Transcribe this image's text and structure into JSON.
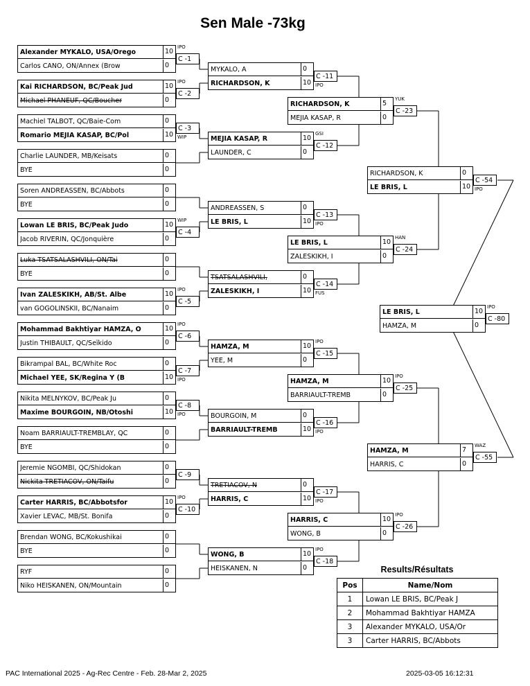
{
  "title": "Sen Male -73kg",
  "round1": [
    {
      "p1": "Alexander MYKALO, USA/Orego",
      "s1": "10",
      "p2": "Carlos CANO, ON/Annex (Brow",
      "s2": "0",
      "w": 1,
      "contest": "C -1",
      "win": "IPO"
    },
    {
      "p1": "Kai RICHARDSON, BC/Peak Jud",
      "s1": "10",
      "p2": "Michael PHANEUF, QC/Boucher",
      "s2": "0",
      "w": 1,
      "strike": 2,
      "contest": "C -2",
      "win": "IPO"
    },
    {
      "p1": "Machiel TALBOT, QC/Baie-Com",
      "s1": "0",
      "p2": "Romario MEJIA KASAP, BC/Pol",
      "s2": "10",
      "w": 2,
      "contest": "C -3",
      "win": "WIP"
    },
    {
      "p1": "Charlie LAUNDER, MB/Keisats",
      "s1": "0",
      "p2": "BYE",
      "s2": "0",
      "w": 0,
      "contest": "",
      "win": ""
    },
    {
      "p1": "Soren ANDREASSEN, BC/Abbots",
      "s1": "0",
      "p2": "BYE",
      "s2": "0",
      "w": 0,
      "contest": "",
      "win": ""
    },
    {
      "p1": "Lowan LE BRIS, BC/Peak Judo",
      "s1": "10",
      "p2": "Jacob RIVERIN, QC/Jonquière",
      "s2": "0",
      "w": 1,
      "contest": "C -4",
      "win": "WIP"
    },
    {
      "p1": "Luka TSATSALASHVILI, ON/Tai",
      "s1": "0",
      "p2": "BYE",
      "s2": "0",
      "w": 0,
      "strike": 1,
      "contest": "",
      "win": ""
    },
    {
      "p1": "Ivan ZALESKIKH, AB/St. Albe",
      "s1": "10",
      "p2": " van GOGOLINSKII, BC/Nanaim",
      "s2": "0",
      "w": 1,
      "contest": "C -5",
      "win": "IPO"
    },
    {
      "p1": "Mohammad Bakhtiyar HAMZA, O",
      "s1": "10",
      "p2": "Justin THIBAULT, QC/Seïkido",
      "s2": "0",
      "w": 1,
      "contest": "C -6",
      "win": "IPO"
    },
    {
      "p1": "Bikrampal BAL, BC/White Roc",
      "s1": "0",
      "p2": "Michael YEE, SK/Regina Y (B",
      "s2": "10",
      "w": 2,
      "contest": "C -7",
      "win": "IPO"
    },
    {
      "p1": "Nikita MELNYKOV, BC/Peak Ju",
      "s1": "0",
      "p2": "Maxime BOURGOIN, NB/Otoshi",
      "s2": "10",
      "w": 2,
      "contest": "C -8",
      "win": "IPO"
    },
    {
      "p1": "Noam BARRIAULT-TREMBLAY, QC",
      "s1": "0",
      "p2": "BYE",
      "s2": "0",
      "w": 0,
      "contest": "",
      "win": ""
    },
    {
      "p1": "Jeremie NGOMBI, QC/Shidokan",
      "s1": "0",
      "p2": "Nickita TRETIACOV, ON/Taifu",
      "s2": "0",
      "w": 0,
      "strike": 2,
      "contest": "C -9",
      "win": ""
    },
    {
      "p1": "Carter HARRIS, BC/Abbotsfor",
      "s1": "10",
      "p2": "Xavier LEVAC, MB/St. Bonifa",
      "s2": "0",
      "w": 1,
      "contest": "C -10",
      "win": "IPO"
    },
    {
      "p1": "Brendan WONG, BC/Kokushikai",
      "s1": "0",
      "p2": "BYE",
      "s2": "0",
      "w": 0,
      "contest": "",
      "win": ""
    },
    {
      "p1": "RYF",
      "s1": "0",
      "p2": "Niko HEISKANEN, ON/Mountain",
      "s2": "0",
      "w": 0,
      "contest": "",
      "win": ""
    }
  ],
  "round2": [
    {
      "p1": "MYKALO, A",
      "s1": "0",
      "p2": "RICHARDSON, K",
      "s2": "10",
      "w": 2,
      "contest": "C -11",
      "win": "IPO"
    },
    {
      "p1": "MEJIA KASAP, R",
      "s1": "10",
      "p2": "LAUNDER, C",
      "s2": "0",
      "w": 1,
      "contest": "C -12",
      "win": "GSI"
    },
    {
      "p1": "ANDREASSEN, S",
      "s1": "0",
      "p2": "LE BRIS, L",
      "s2": "10",
      "w": 2,
      "contest": "C -13",
      "win": "IPO"
    },
    {
      "p1": "TSATSALASHVILI,",
      "s1": "0",
      "p2": "ZALESKIKH, I",
      "s2": "10",
      "w": 2,
      "strike": 1,
      "contest": "C -14",
      "win": "FUS"
    },
    {
      "p1": "HAMZA, M",
      "s1": "10",
      "p2": "YEE, M",
      "s2": "0",
      "w": 1,
      "contest": "C -15",
      "win": "IPO"
    },
    {
      "p1": "BOURGOIN, M",
      "s1": "0",
      "p2": "BARRIAULT-TREMB",
      "s2": "10",
      "w": 2,
      "contest": "C -16",
      "win": "IPO"
    },
    {
      "p1": "TRETIACOV, N",
      "s1": "0",
      "p2": "HARRIS, C",
      "s2": "10",
      "w": 2,
      "strike": 1,
      "contest": "C -17",
      "win": "IPO"
    },
    {
      "p1": "WONG, B",
      "s1": "10",
      "p2": "HEISKANEN, N",
      "s2": "0",
      "w": 1,
      "contest": "C -18",
      "win": "IPO"
    }
  ],
  "round3": [
    {
      "p1": "RICHARDSON, K",
      "s1": "5",
      "p2": "MEJIA KASAP, R",
      "s2": "0",
      "w": 1,
      "contest": "C -23",
      "win": "YUK"
    },
    {
      "p1": "LE BRIS, L",
      "s1": "10",
      "p2": "ZALESKIKH, I",
      "s2": "0",
      "w": 1,
      "contest": "C -24",
      "win": "HAN"
    },
    {
      "p1": "HAMZA, M",
      "s1": "10",
      "p2": "BARRIAULT-TREMB",
      "s2": "0",
      "w": 1,
      "contest": "C -25",
      "win": "IPO"
    },
    {
      "p1": "HARRIS, C",
      "s1": "10",
      "p2": "WONG, B",
      "s2": "0",
      "w": 1,
      "contest": "C -26",
      "win": "IPO"
    }
  ],
  "round4": [
    {
      "p1": "RICHARDSON, K",
      "s1": "0",
      "p2": "LE BRIS, L",
      "s2": "10",
      "w": 2,
      "contest": "C -54",
      "win": "IPO"
    },
    {
      "p1": "HAMZA, M",
      "s1": "7",
      "p2": "HARRIS, C",
      "s2": "0",
      "w": 1,
      "contest": "C -55",
      "win": "WAZ"
    }
  ],
  "final": {
    "p1": "LE BRIS, L",
    "s1": "10",
    "p2": "HAMZA, M",
    "s2": "0",
    "w": 1,
    "contest": "C -80",
    "win": "IPO"
  },
  "results": {
    "title": "Results/Résultats",
    "headers": [
      "Pos",
      "Name/Nom"
    ],
    "rows": [
      {
        "pos": "1",
        "name": "Lowan LE BRIS, BC/Peak J"
      },
      {
        "pos": "2",
        "name": "Mohammad Bakhtiyar HAMZA"
      },
      {
        "pos": "3",
        "name": "Alexander MYKALO, USA/Or"
      },
      {
        "pos": "3",
        "name": "Carter HARRIS, BC/Abbots"
      }
    ]
  },
  "footer": {
    "left": "PAC International 2025 - Ag-Rec Centre - Feb. 28-Mar 2, 2025",
    "right": "2025-03-05 16:12:31"
  }
}
